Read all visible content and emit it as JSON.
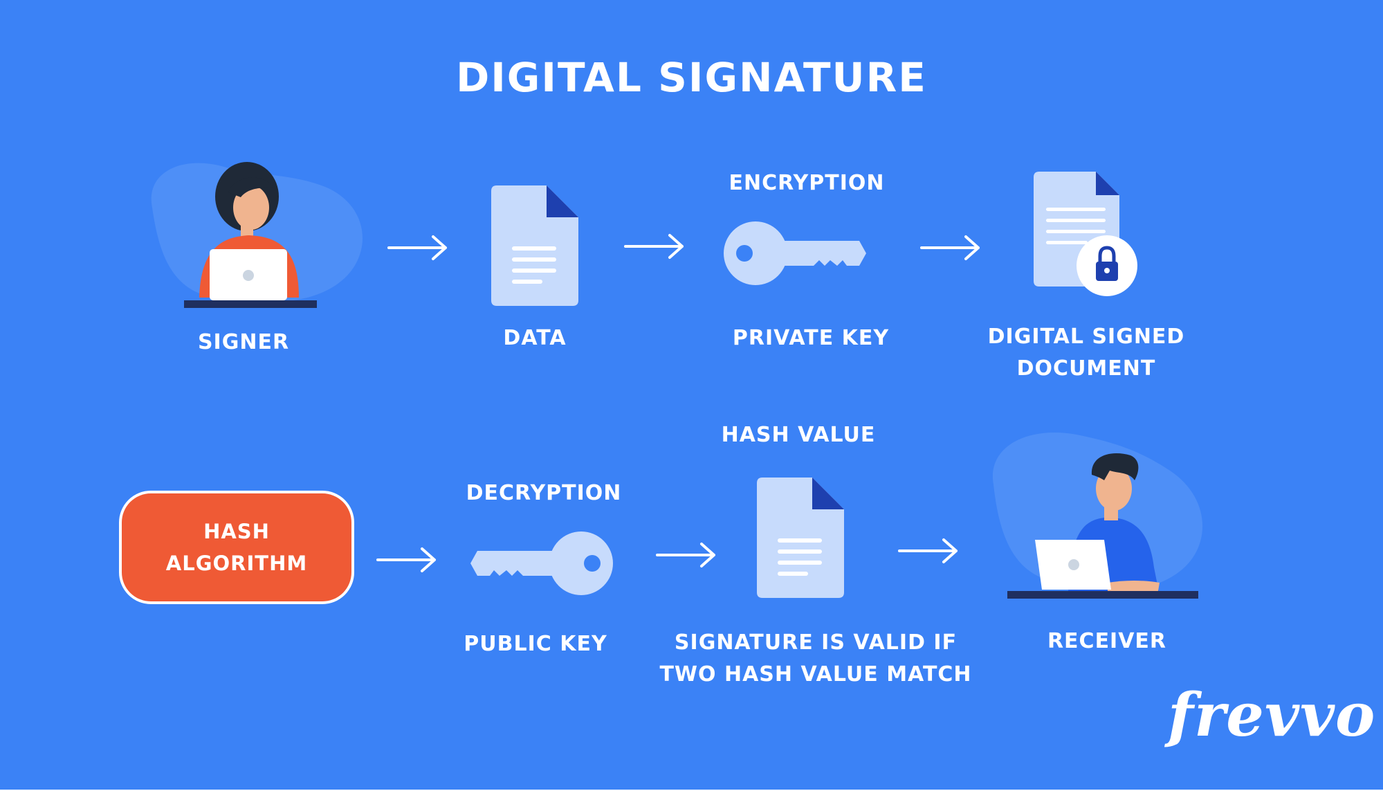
{
  "title": "DIGITAL SIGNATURE",
  "top_row": {
    "signer": "SIGNER",
    "data": "DATA",
    "encryption": "ENCRYPTION",
    "private_key": "PRIVATE KEY",
    "signed_doc_line1": "DIGITAL SIGNED",
    "signed_doc_line2": "DOCUMENT"
  },
  "bottom_row": {
    "hash_line1": "HASH",
    "hash_line2": "ALGORITHM",
    "decryption": "DECRYPTION",
    "public_key": "PUBLIC KEY",
    "hash_value": "HASH VALUE",
    "valid_line1": "SIGNATURE IS VALID IF",
    "valid_line2": "TWO HASH VALUE MATCH",
    "receiver": "RECEIVER"
  },
  "logo": "frevvo",
  "icons": [
    "signer-person-icon",
    "document-icon",
    "key-icon",
    "locked-document-icon",
    "receiver-person-icon",
    "arrow-icon"
  ],
  "colors": {
    "background": "#3b82f6",
    "accent_orange": "#ef5a35",
    "light_blue": "#c7dbfc",
    "dark_blue": "#1e40af",
    "desk": "#1f2f5f"
  }
}
